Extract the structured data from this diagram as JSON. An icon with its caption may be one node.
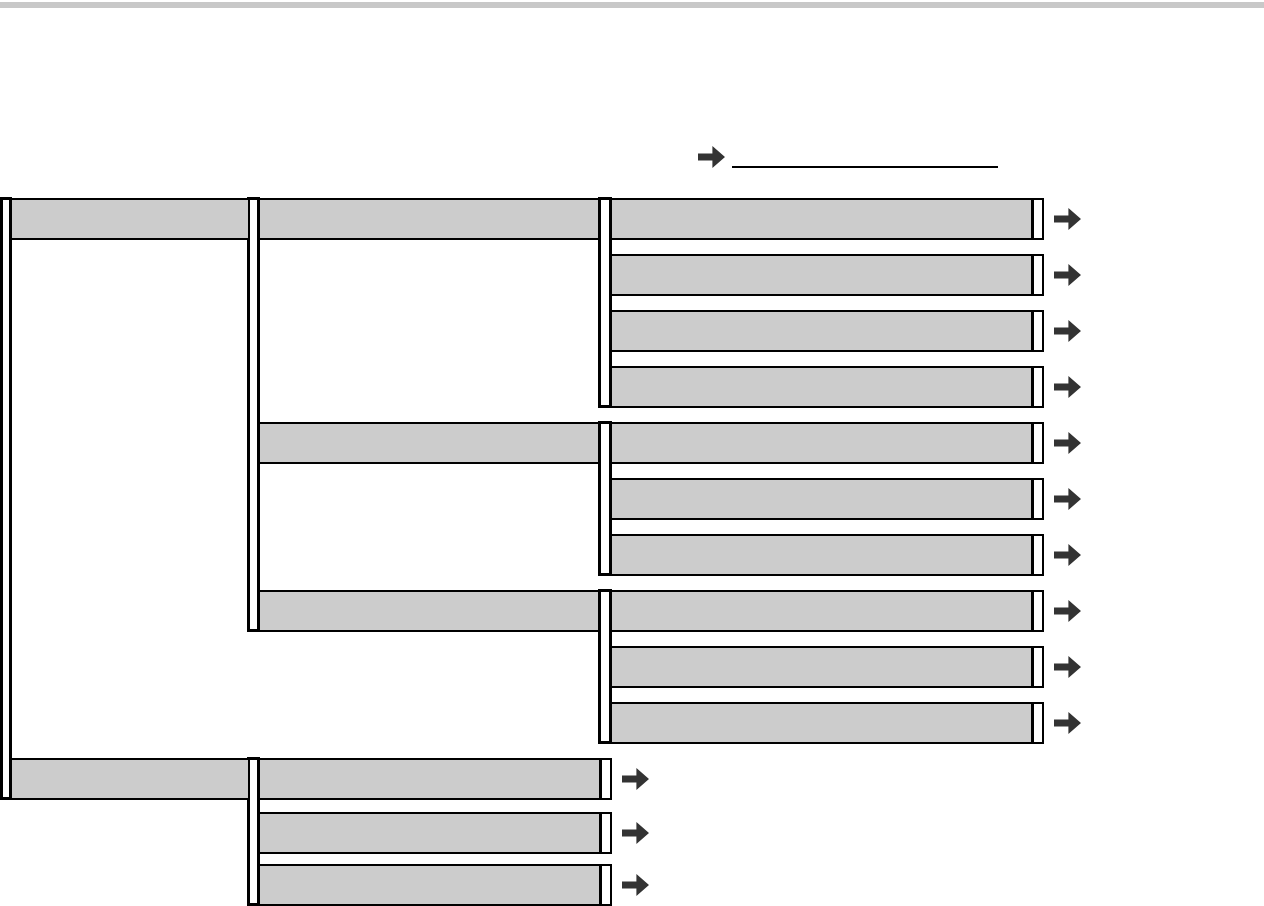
{
  "diagram": {
    "nodes": [
      {
        "text": [],
        "shape": "bar"
      },
      {
        "text": [],
        "shape": "bar"
      },
      {
        "text": [],
        "shape": "bar"
      },
      {
        "text": [],
        "shape": "bar"
      },
      {
        "text": [],
        "shape": "bar"
      },
      {
        "text": [],
        "shape": "bar"
      },
      {
        "text": [],
        "shape": "bar"
      },
      {
        "text": [],
        "shape": "bar"
      },
      {
        "text": [],
        "shape": "bar"
      },
      {
        "text": [],
        "shape": "bar"
      },
      {
        "text": [],
        "shape": "bar"
      },
      {
        "text": [],
        "shape": "bar"
      },
      {
        "text": [],
        "shape": "bar"
      },
      {
        "text": [],
        "shape": "bar"
      },
      {
        "text": [],
        "shape": "bar"
      },
      {
        "text": [],
        "shape": "bar"
      },
      {
        "text": [],
        "shape": "bar"
      },
      {
        "text": [],
        "shape": "bar"
      }
    ],
    "edges": [
      {
        "from": 0,
        "to": 1,
        "arrow": "none"
      },
      {
        "from": 0,
        "to": 6,
        "arrow": "none"
      },
      {
        "from": 0,
        "to": 10,
        "arrow": "none"
      },
      {
        "from": 1,
        "to": 2,
        "arrow": "none"
      },
      {
        "from": 1,
        "to": 3,
        "arrow": "none"
      },
      {
        "from": 1,
        "to": 4,
        "arrow": "none"
      },
      {
        "from": 1,
        "to": 5,
        "arrow": "none"
      },
      {
        "from": 6,
        "to": 7,
        "arrow": "none"
      },
      {
        "from": 6,
        "to": 8,
        "arrow": "none"
      },
      {
        "from": 6,
        "to": 9,
        "arrow": "none"
      },
      {
        "from": 10,
        "to": 11,
        "arrow": "none"
      },
      {
        "from": 10,
        "to": 12,
        "arrow": "none"
      },
      {
        "from": 10,
        "to": 13,
        "arrow": "none"
      },
      {
        "from": 14,
        "to": 15,
        "arrow": "none"
      },
      {
        "from": 14,
        "to": 16,
        "arrow": "none"
      },
      {
        "from": 14,
        "to": 17,
        "arrow": "none"
      }
    ]
  }
}
